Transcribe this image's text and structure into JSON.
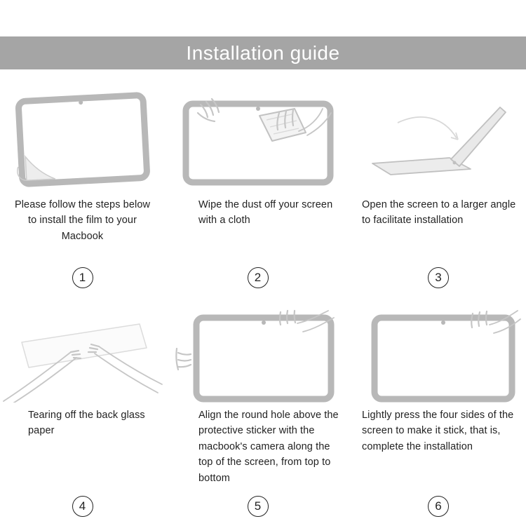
{
  "header": {
    "title": "Installation guide",
    "bg_color": "#a5a5a5",
    "text_color": "#ffffff"
  },
  "steps": [
    {
      "number": "1",
      "caption": "Please follow the steps below to install the film to your Macbook",
      "illustration": "peel-film-illustration"
    },
    {
      "number": "2",
      "caption": "Wipe the dust off your screen with a cloth",
      "illustration": "wipe-screen-illustration"
    },
    {
      "number": "3",
      "caption": "Open the screen to a larger angle to facilitate installation",
      "illustration": "open-laptop-illustration"
    },
    {
      "number": "4",
      "caption": "Tearing off the back glass paper",
      "illustration": "tear-backing-illustration"
    },
    {
      "number": "5",
      "caption": "Align the round hole above the protective sticker with the macbook's camera along the top of the screen, from top to bottom",
      "illustration": "align-film-illustration"
    },
    {
      "number": "6",
      "caption": "Lightly press the four sides of the screen to make it stick, that is, complete the installation",
      "illustration": "press-edges-illustration"
    }
  ]
}
